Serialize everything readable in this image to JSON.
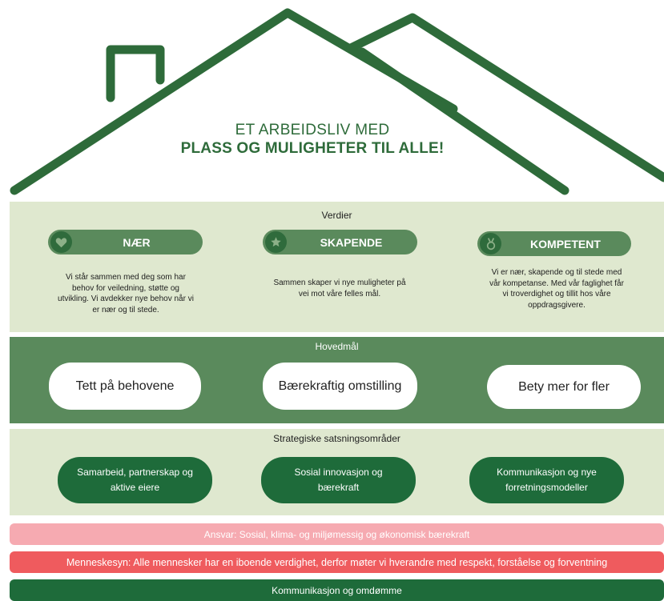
{
  "header": {
    "title_line1": "ET ARBEIDSLIV MED",
    "title_line2": "PLASS OG MULIGHETER TIL ALLE!"
  },
  "values": {
    "title": "Verdier",
    "items": [
      {
        "label": "NÆR",
        "icon": "heart-icon",
        "text": "Vi står sammen med deg som har\nbehov for veiledning, støtte og\nutvikling. Vi avdekker nye behov når vi\ner nær og til stede."
      },
      {
        "label": "SKAPENDE",
        "icon": "star-icon",
        "text": "Sammen skaper vi nye muligheter på\nvei mot våre felles mål."
      },
      {
        "label": "KOMPETENT",
        "icon": "medal-icon",
        "text": "Vi er nær, skapende og til stede med\nvår kompetanse. Med vår faglighet får\nvi troverdighet og tillit hos våre\noppdragsgivere."
      }
    ]
  },
  "goals": {
    "title": "Hovedmål",
    "items": [
      "Tett på behovene",
      "Bærekraftig omstilling",
      "Bety mer for fler"
    ]
  },
  "strategy": {
    "title": "Strategiske satsningsområder",
    "items": [
      "Samarbeid, partnerskap og\naktive eiere",
      "Sosial innovasjon og\nbærekraft",
      "Kommunikasjon og nye\nforretningsmodeller"
    ]
  },
  "foundation": {
    "ansvar": "Ansvar: Sosial, klima- og miljømessig og økonomisk bærekraft",
    "menneskesyn": "Menneskesyn: Alle mennesker har en iboende verdighet, derfor møter vi hverandre med respekt, forståelse og forventning",
    "kommunikasjon": "Kommunikasjon og omdømme"
  },
  "colors": {
    "dark_green": "#1e6b3a",
    "mid_green": "#5a8a5c",
    "light_green": "#dfe8cf",
    "pink": "#f6aab1",
    "red": "#ef5b5e"
  }
}
